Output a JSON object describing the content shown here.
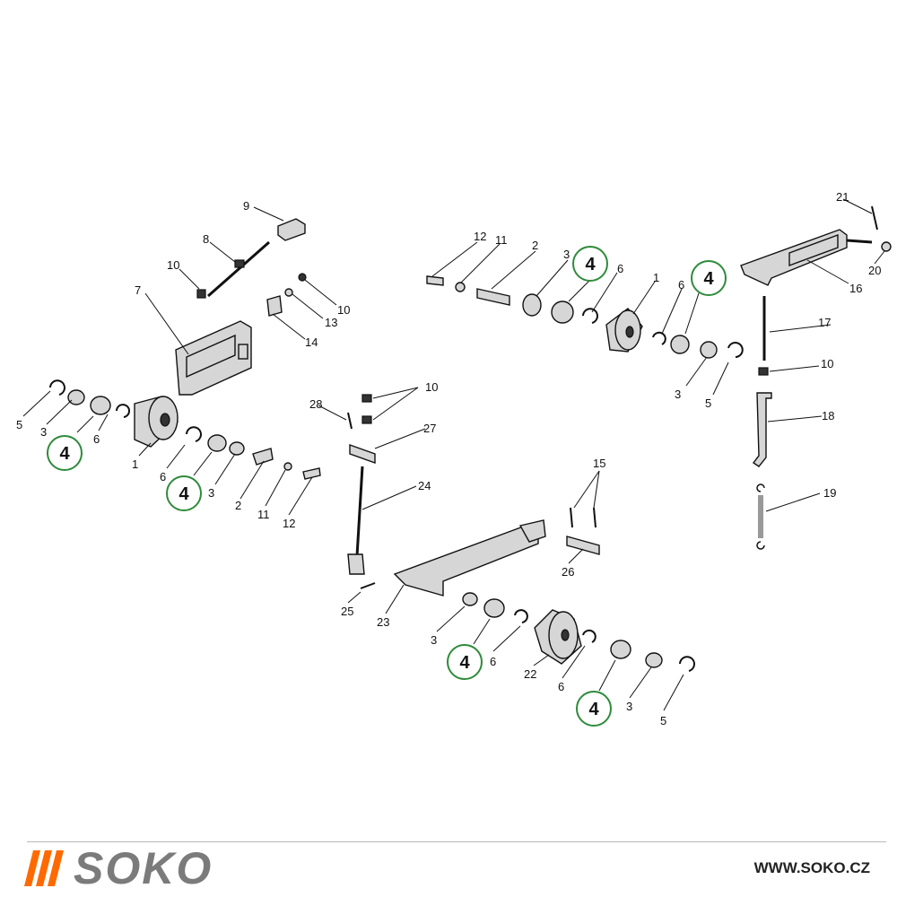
{
  "diagram": {
    "labels": [
      "5",
      "3",
      "6",
      "1",
      "6",
      "3",
      "2",
      "11",
      "12",
      "7",
      "9",
      "8",
      "10",
      "10",
      "13",
      "14",
      "12",
      "11",
      "2",
      "3",
      "6",
      "1",
      "6",
      "3",
      "5",
      "21",
      "20",
      "16",
      "17",
      "10",
      "18",
      "19",
      "28",
      "10",
      "27",
      "24",
      "25",
      "23",
      "15",
      "26",
      "3",
      "6",
      "22",
      "6",
      "3",
      "5"
    ],
    "highlight_number": "4",
    "highlight_color": "#2e8b3a"
  },
  "footer": {
    "brand": "SOKO",
    "brand_color": "#7b7b7b",
    "stripe_color": "#ff6a00",
    "url": "WWW.SOKO.CZ"
  }
}
